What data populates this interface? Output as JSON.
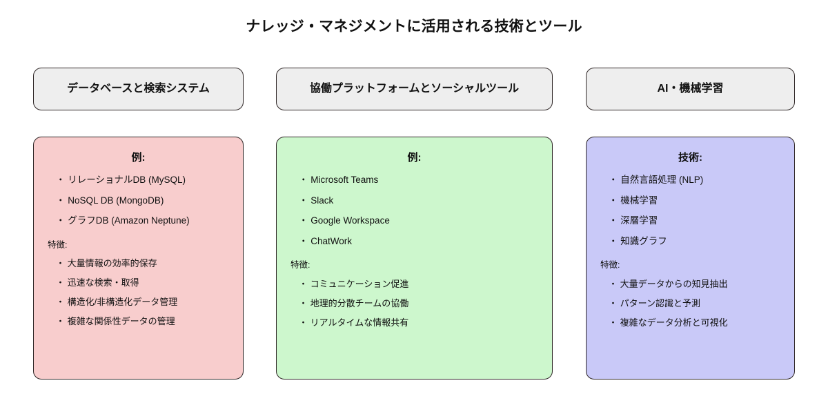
{
  "title": "ナレッジ・マネジメントに活用される技術とツール",
  "bullet_glyph": "・",
  "colors": {
    "background": "#ffffff",
    "header_fill": "#eeeeee",
    "border": "#2e2626",
    "text": "#111111",
    "card_pink": "#f8cdcd",
    "card_green": "#cdf7cd",
    "card_purple": "#c9c9f8"
  },
  "columns": [
    {
      "header": "データベースと検索システム",
      "card_color": "#f8cdcd",
      "examples_heading": "例:",
      "examples": [
        "リレーショナルDB (MySQL)",
        "NoSQL DB (MongoDB)",
        "グラフDB (Amazon Neptune)"
      ],
      "features_heading": "特徴:",
      "features": [
        "大量情報の効率的保存",
        "迅速な検索・取得",
        "構造化/非構造化データ管理",
        "複雑な関係性データの管理"
      ]
    },
    {
      "header": "協働プラットフォームとソーシャルツール",
      "card_color": "#cdf7cd",
      "examples_heading": "例:",
      "examples": [
        "Microsoft Teams",
        "Slack",
        "Google Workspace",
        "ChatWork"
      ],
      "features_heading": "特徴:",
      "features": [
        "コミュニケーション促進",
        "地理的分散チームの協働",
        "リアルタイムな情報共有"
      ]
    },
    {
      "header": "AI・機械学習",
      "card_color": "#c9c9f8",
      "examples_heading": "技術:",
      "examples": [
        "自然言語処理 (NLP)",
        "機械学習",
        "深層学習",
        "知識グラフ"
      ],
      "features_heading": "特徴:",
      "features": [
        "大量データからの知見抽出",
        "パターン認識と予測",
        "複雑なデータ分析と可視化"
      ]
    }
  ]
}
